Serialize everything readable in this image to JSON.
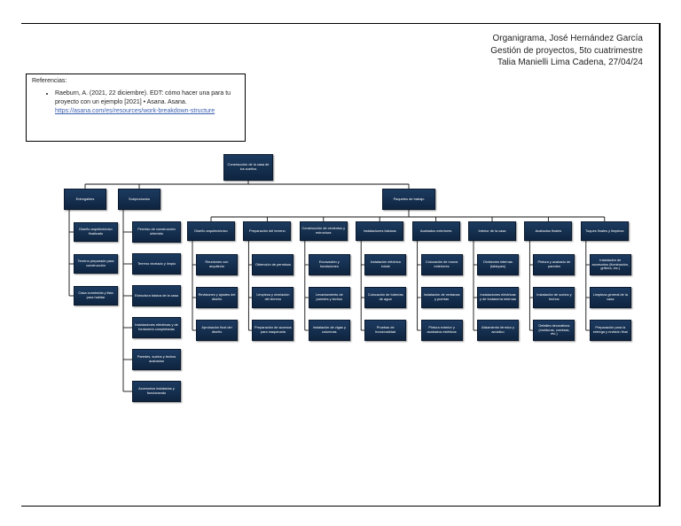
{
  "header": {
    "line1": "Organigrama, José Hernández García",
    "line2": "Gestión de proyectos, 5to cuatrimestre",
    "line3": "Talia Manielli Lima Cadena, 27/04/24"
  },
  "references": {
    "title": "Referencias:",
    "item_text": "Raeburn, A. (2021, 22 diciembre). EDT: cómo hacer una para tu proyecto con un ejemplo [2021] • Asana. Asana.",
    "item_link": "https://asana.com/es/resources/work-breakdown-structure"
  },
  "wbs": {
    "root": "Construcción de la casa de los sueños",
    "entregables": {
      "label": "Entregables",
      "items": [
        "Diseño arquitectónico finalizado",
        "Terreno preparado para construcción",
        "Casa construida y lista para habitar"
      ]
    },
    "subproductos": {
      "label": "Subproductos",
      "items": [
        "Permiso de construcción obtenido",
        "Terreno nivelado y limpio",
        "Estructura básica de la casa",
        "Instalaciones eléctricas y de fontanería completadas",
        "Paredes, suelos y techos acabados",
        "Accesorios instalados y funcionando"
      ]
    },
    "paquetes": {
      "label": "Paquetes de trabajo",
      "groups": [
        {
          "label": "Diseño arquitectónico",
          "items": [
            "Reuniones con arquitecto",
            "Revisiones y ajustes del diseño",
            "Aprobación final del diseño"
          ]
        },
        {
          "label": "Preparación del terreno",
          "items": [
            "Obtención de permisos",
            "Limpieza y nivelación del terreno",
            "Preparación de accesos para maquinaria"
          ]
        },
        {
          "label": "Construcción de cimientos y estructura",
          "items": [
            "Excavación y fundaciones",
            "Levantamiento de paredes y techos",
            "Instalación de vigas y columnas"
          ]
        },
        {
          "label": "Instalaciones básicas",
          "items": [
            "Instalación eléctrica inicial",
            "Colocación de tuberías de agua",
            "Pruebas de funcionalidad"
          ]
        },
        {
          "label": "Acabados exteriores",
          "items": [
            "Colocación de muros exteriores",
            "Instalación de ventanas y puertas",
            "Pintura exterior y acabados estéticos"
          ]
        },
        {
          "label": "Interior de la casa",
          "items": [
            "Divisiones internas (tabiques)",
            "Instalaciones eléctricas y de fontanería internas",
            "Aislamiento térmico y acústico"
          ]
        },
        {
          "label": "Acabados finales",
          "items": [
            "Pintura y acabado de paredes",
            "Instalación de suelos y techos",
            "Detalles decorativos (molduras, cornisas, etc.)"
          ]
        },
        {
          "label": "Toques finales y limpieza",
          "items": [
            "Instalación de accesorios (iluminación, grifería, etc.)",
            "Limpieza general de la casa",
            "Preparación para la entrega y revisión final"
          ]
        }
      ]
    }
  }
}
